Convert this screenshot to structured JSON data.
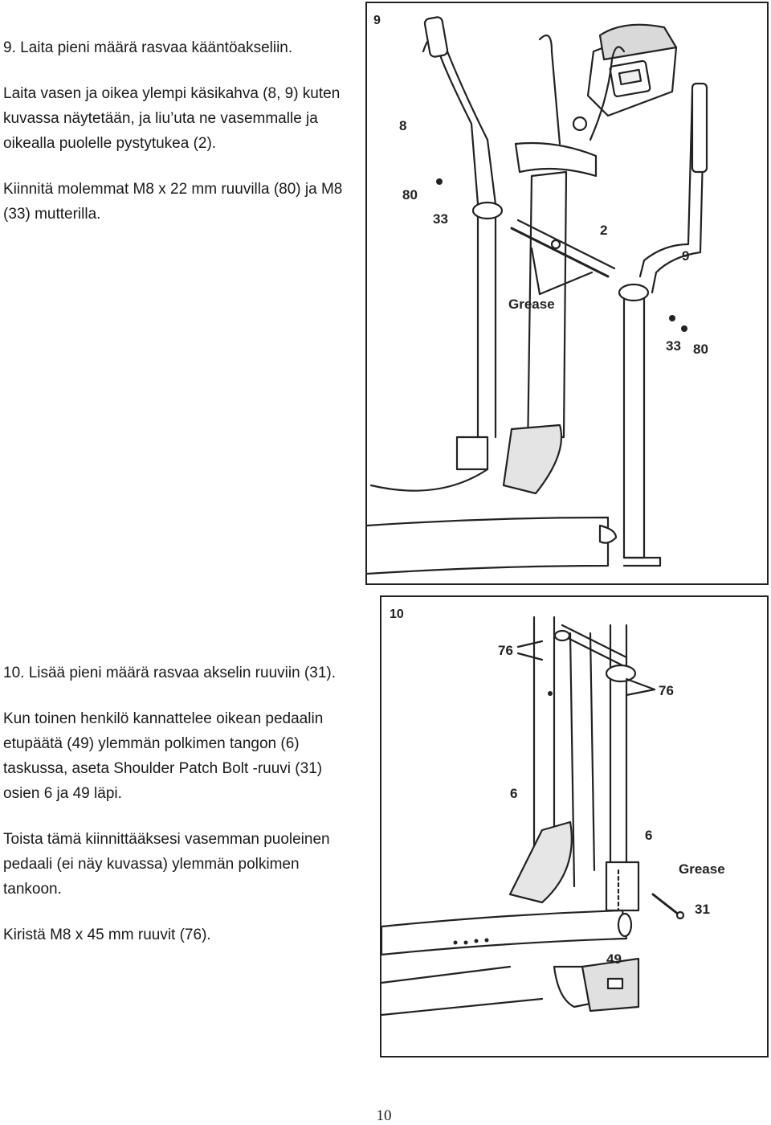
{
  "step9": {
    "paragraphs": [
      "9. Laita pieni määrä rasvaa kääntöakseliin.",
      "Laita vasen ja oikea ylempi käsikahva (8, 9) kuten kuvassa näytetään, ja liu’uta ne vasemmalle ja oikealla puolelle pystytukea (2).",
      "Kiinnitä molemmat M8 x 22 mm ruuvilla (80) ja M8 (33) mutterilla."
    ],
    "figure": {
      "step_number": "9",
      "labels": {
        "left_handle": "8",
        "bolt_left": "80",
        "nut_left": "33",
        "upright": "2",
        "right_handle": "9",
        "grease": "Grease",
        "nut_right": "33",
        "bolt_right": "80"
      }
    }
  },
  "step10": {
    "paragraphs": [
      "10. Lisää pieni määrä rasvaa akselin ruuviin (31).",
      "Kun toinen henkilö kannattelee oikean pedaalin etupäätä (49) ylemmän polkimen tangon (6) taskussa, aseta Shoulder Patch Bolt -ruuvi (31) osien 6 ja 49 läpi.",
      "Toista tämä kiinnittääksesi vasemman puoleinen pedaali (ei näy kuvassa) ylemmän polkimen tankoon.",
      "Kiristä M8 x 45 mm ruuvit (76)."
    ],
    "figure": {
      "step_number": "10",
      "labels": {
        "bolt_upper_left": "76",
        "bolt_right": "76",
        "left_arm": "6",
        "right_arm": "6",
        "grease": "Grease",
        "shoulder_bolt": "31",
        "pedal_arm": "49"
      }
    }
  },
  "page": {
    "number": "10"
  }
}
